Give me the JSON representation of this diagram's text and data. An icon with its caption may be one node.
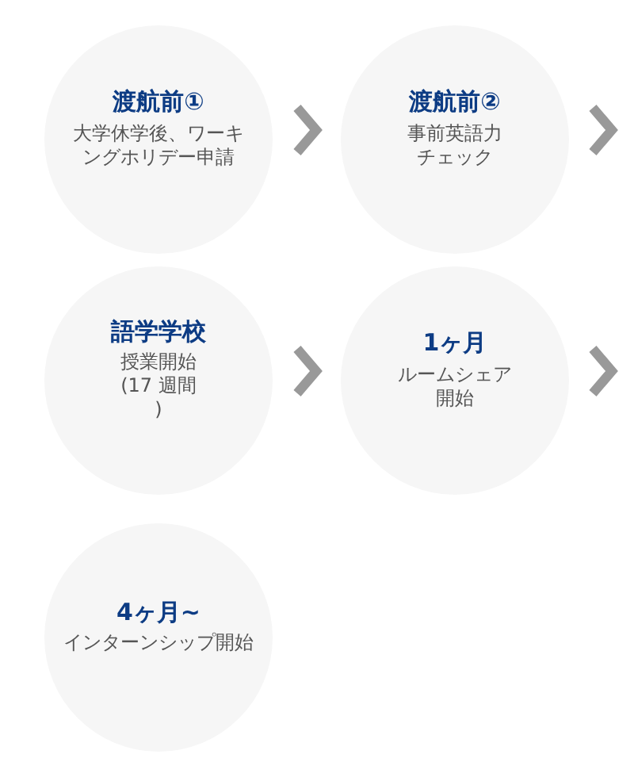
{
  "diagram": {
    "nodes": [
      {
        "text": [
          "渡航前①",
          "大学休学後、ワーキングホリデー申請"
        ]
      },
      {
        "text": [
          "渡航前②",
          "事前英語力チェック"
        ]
      },
      {
        "text": [
          "語学学校",
          "授業開始(17 週間 )"
        ]
      },
      {
        "text": [
          "1ヶ月",
          "ルームシェア開始"
        ]
      },
      {
        "text": [
          "4ヶ月~",
          "インターンシップ開始"
        ]
      }
    ],
    "edges": [
      {
        "from": 0,
        "to": 1,
        "arrow": "to"
      },
      {
        "from": 1,
        "to": null,
        "arrow": "to"
      },
      {
        "from": 2,
        "to": 3,
        "arrow": "to"
      },
      {
        "from": 3,
        "to": null,
        "arrow": "to"
      }
    ]
  }
}
